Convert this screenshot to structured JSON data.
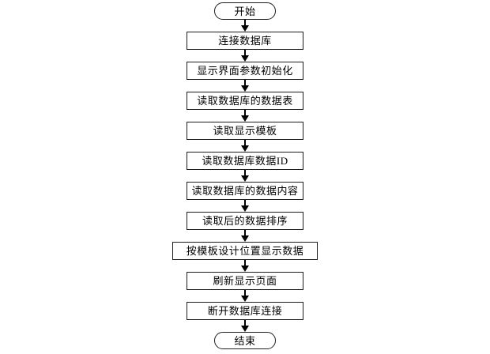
{
  "flowchart": {
    "title": "database display process flowchart",
    "colors": {
      "background": "#ffffff",
      "node_fill": "#ffffff",
      "node_border": "#1c1c1c",
      "text": "#000000",
      "arrow": "#000000"
    },
    "nodes": [
      {
        "id": "start",
        "type": "terminator",
        "label": "开始"
      },
      {
        "id": "connect-database",
        "type": "process",
        "label": "连接数据库"
      },
      {
        "id": "init-ui-params",
        "type": "process",
        "label": "显示界面参数初始化"
      },
      {
        "id": "read-db-tables",
        "type": "process",
        "label": "读取数据库的数据表"
      },
      {
        "id": "read-display-template",
        "type": "process",
        "label": "读取显示模板"
      },
      {
        "id": "read-db-data-id",
        "type": "process",
        "label": "读取数据库数据ID"
      },
      {
        "id": "read-db-data-content",
        "type": "process",
        "label": "读取数据库的数据内容"
      },
      {
        "id": "sort-read-data",
        "type": "process",
        "label": "读取后的数据排序"
      },
      {
        "id": "display-data-by-template",
        "type": "process",
        "label": "按模板设计位置显示数据"
      },
      {
        "id": "refresh-display-page",
        "type": "process",
        "label": "刷新显示页面"
      },
      {
        "id": "disconnect-database",
        "type": "process",
        "label": "断开数据库连接"
      },
      {
        "id": "end",
        "type": "terminator",
        "label": "结束"
      }
    ]
  }
}
